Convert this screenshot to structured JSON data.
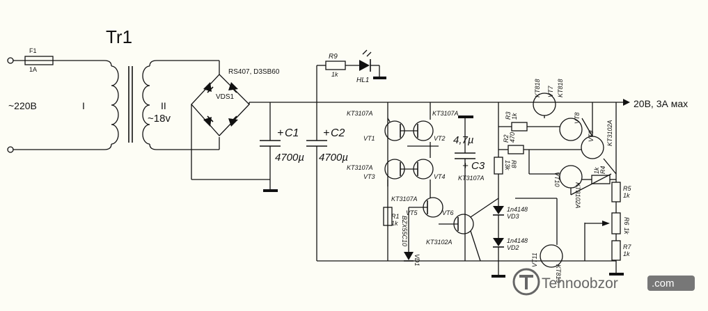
{
  "title": "Tr1",
  "input": {
    "fuse": "F1",
    "fuse_rating": "1A",
    "voltage": "~220В"
  },
  "transformer": {
    "primary": "I",
    "secondary": "II",
    "secondary_voltage": "~18v"
  },
  "bridge": {
    "part": "RS407, D3SB60",
    "name": "VDS1"
  },
  "caps": {
    "c1": "C1",
    "c1_val": "4700µ",
    "c2": "C2",
    "c2_val": "4700µ",
    "c3": "C3",
    "c3_val": "4,7µ",
    "plus": "+"
  },
  "led": {
    "r9": "R9",
    "r9_val": "1k",
    "hl1": "HL1"
  },
  "output": "20В, 3А мах",
  "transistors": {
    "vt1": "VT1",
    "vt2": "VT2",
    "vt3": "VT3",
    "vt4": "VT4",
    "vt5": "VT5",
    "vt6": "VT6",
    "vt7": "VT7",
    "vt8": "VT8",
    "vt9": "VT9",
    "vt10": "VT10",
    "vt11": "VT11",
    "kt3107a": "KT3107A",
    "kt3102a": "KT3102A",
    "kt818": "KT818",
    "kt819": "KT819"
  },
  "resistors": {
    "r1": "R1",
    "r1_val": "1k",
    "r2": "R2",
    "r2_val": "470",
    "r3": "R3",
    "r3_val": "1k",
    "r4": "R4",
    "r4_val": "1k",
    "r5": "R5",
    "r5_val": "1k",
    "r6": "R6",
    "r6_val": "1k",
    "r7": "R7",
    "r7_val": "1k",
    "r8": "R8",
    "r8_val": "13k"
  },
  "diodes": {
    "vd1": "VD1",
    "vd1_part": "BZX55C10",
    "vd2": "VD2",
    "vd3": "VD3",
    "part": "1n4148"
  },
  "watermark": {
    "brand": "Tehnoobzor",
    "domain": ".com"
  }
}
